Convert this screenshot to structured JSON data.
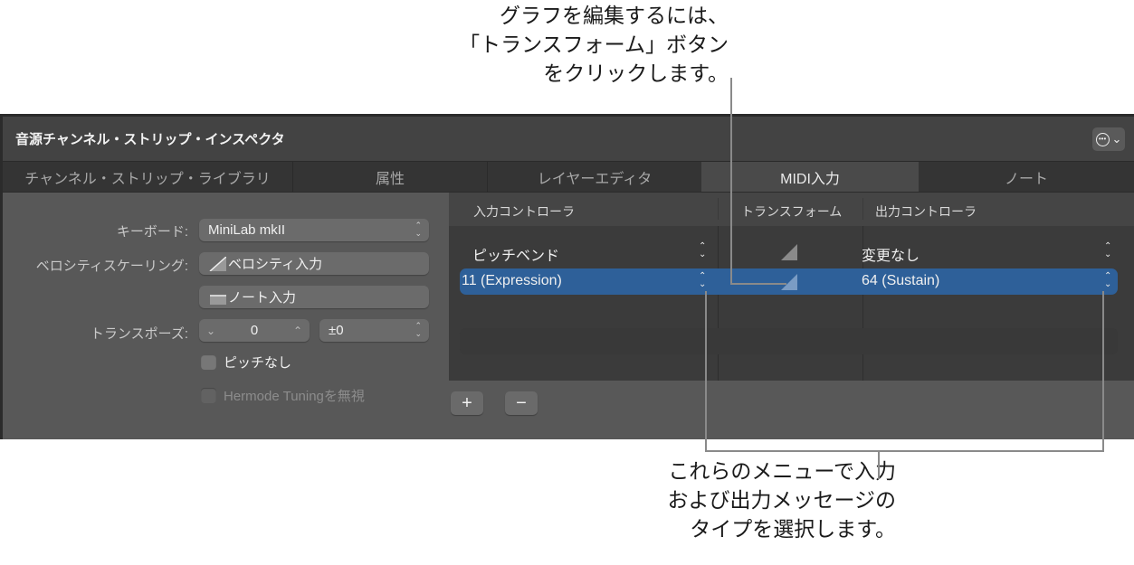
{
  "callouts": {
    "top": "グラフを編集するには、\n「トランスフォーム」ボタン\nをクリックします。",
    "bottom": "これらのメニューで入力\nおよび出力メッセージの\nタイプを選択します。"
  },
  "window": {
    "title": "音源チャンネル・ストリップ・インスペクタ",
    "menu_icon": "ellipsis-circle-icon"
  },
  "tabs": [
    {
      "label": "チャンネル・ストリップ・ライブラリ",
      "active": false
    },
    {
      "label": "属性",
      "active": false
    },
    {
      "label": "レイヤーエディタ",
      "active": false
    },
    {
      "label": "MIDI入力",
      "active": true
    },
    {
      "label": "ノート",
      "active": false
    }
  ],
  "left": {
    "keyboard_label": "キーボード:",
    "keyboard_value": "MiniLab mkII",
    "velocity_label": "ベロシティスケーリング:",
    "velocity_value": "ベロシティ入力",
    "note_value": "ノート入力",
    "transpose_label": "トランスポーズ:",
    "transpose_value": "0",
    "transpose_offset": "±0",
    "no_pitch_label": "ピッチなし",
    "hermode_label": "Hermode Tuningを無視"
  },
  "table": {
    "headers": {
      "input": "入力コントローラ",
      "transform": "トランスフォーム",
      "output": "出力コントローラ"
    },
    "rows": [
      {
        "input": "ピッチベンド",
        "output": "変更なし",
        "selected": false
      },
      {
        "input": "11 (Expression)",
        "output": "64 (Sustain)",
        "selected": true
      }
    ]
  },
  "buttons": {
    "add": "+",
    "remove": "−"
  },
  "colors": {
    "selection": "#2e6099",
    "panel": "#585858",
    "table_bg": "#3b3b3b"
  }
}
